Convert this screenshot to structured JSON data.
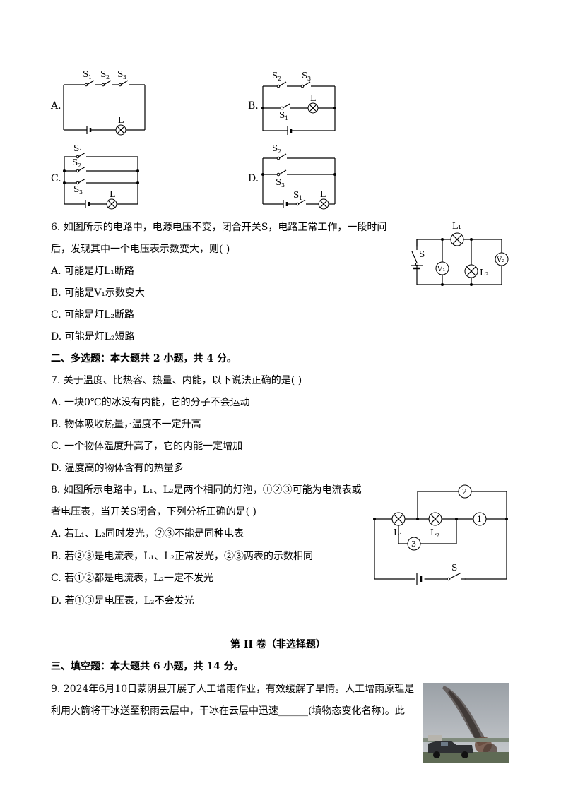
{
  "options_q5": {
    "a": "A.",
    "b": "B.",
    "c": "C.",
    "d": "D.",
    "labels": {
      "s": "S",
      "l": "L",
      "sub1": "1",
      "sub2": "2",
      "sub3": "3"
    }
  },
  "q6": {
    "stem1": "6. 如图所示的电路中，电源电压不变，闭合开关S，电路正常工作，一段时间",
    "stem2": "后，发现其中一个电压表示数变大，则(    )",
    "A": "A. 可能是灯L₁断路",
    "B": "B. 可能是V₁示数变大",
    "C": "C. 可能是灯L₂断路",
    "D": "D. 可能是灯L₂短路",
    "fig": {
      "l1": "L₁",
      "l2": "L₂",
      "v1": "V₁",
      "v2": "V₂",
      "s": "S"
    }
  },
  "section2": "二、多选题：本大题共 2 小题，共 4 分。",
  "q7": {
    "stem": "7. 关于温度、比热容、热量、内能，以下说法正确的是(    )",
    "A": "A. 一块0℃的冰没有内能，它的分子不会运动",
    "B": "B. 物体吸收热量，·温度不一定升高",
    "C": "C. 一个物体温度升高了，它的内能一定增加",
    "D": "D. 温度高的物体含有的热量多"
  },
  "q8": {
    "stem1": "8. 如图所示电路中，L₁、L₂是两个相同的灯泡，①②③可能为电流表或",
    "stem2": "者电压表，当开关S闭合，下列分析正确的是(    )",
    "A": "A. 若L₁、L₂同时发光，②③不能是同种电表",
    "B": "B. 若②③是电流表，L₁、L₂正常发光，②③两表的示数相同",
    "C": "C. 若①②都是电流表，L₂一定不发光",
    "D": "D. 若①③是电压表，L₂不会发光",
    "fig": {
      "m1": "1",
      "m2": "2",
      "m3": "3",
      "l": "L",
      "sub1": "1",
      "sub2": "2",
      "s": "S"
    }
  },
  "volume2_title": "第 II 卷（非选择题）",
  "section3": "三、填空题：本大题共 6 小题，共 14 分。",
  "q9": {
    "line1": "9. 2024年6月10日蒙阴县开展了人工增雨作业，有效缓解了旱情。人工增雨原理是",
    "line2": "利用火箭将干冰送至积雨云层中，干冰在云层中迅速______(填物态变化名称)。此"
  }
}
